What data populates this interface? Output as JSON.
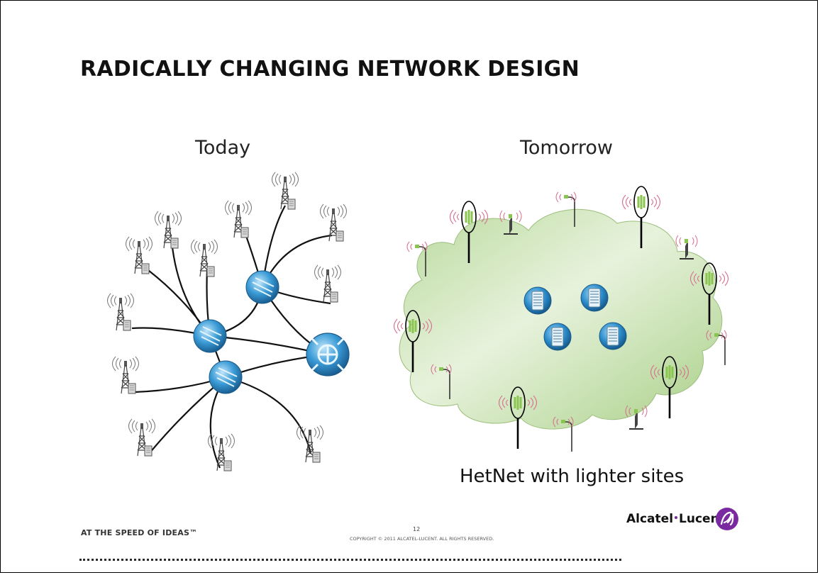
{
  "slide": {
    "title": "RADICALLY CHANGING NETWORK DESIGN",
    "left_label": "Today",
    "right_label": "Tomorrow",
    "caption": "HetNet with lighter sites"
  },
  "footer": {
    "tagline": "AT THE SPEED OF IDEAS™",
    "page_number": "12",
    "copyright": "COPYRIGHT © 2011 ALCATEL-LUCENT.  ALL RIGHTS RESERVED.",
    "brand_part1": "Alcatel",
    "brand_part2": "Lucent"
  },
  "colors": {
    "hub_blue": "#2f8fcf",
    "cloud_green": "#cfe4b8",
    "antenna_green": "#7fc24a",
    "signal_red": "#d46a8a",
    "brand_purple": "#7a2aa0"
  },
  "icons": {
    "tower": "cell-tower-icon",
    "hub": "router-hub-icon",
    "core": "core-router-icon",
    "server": "server-icon",
    "small_cell": "small-cell-icon",
    "macro_cell": "macro-cell-icon",
    "logo": "alcatel-lucent-logo"
  }
}
